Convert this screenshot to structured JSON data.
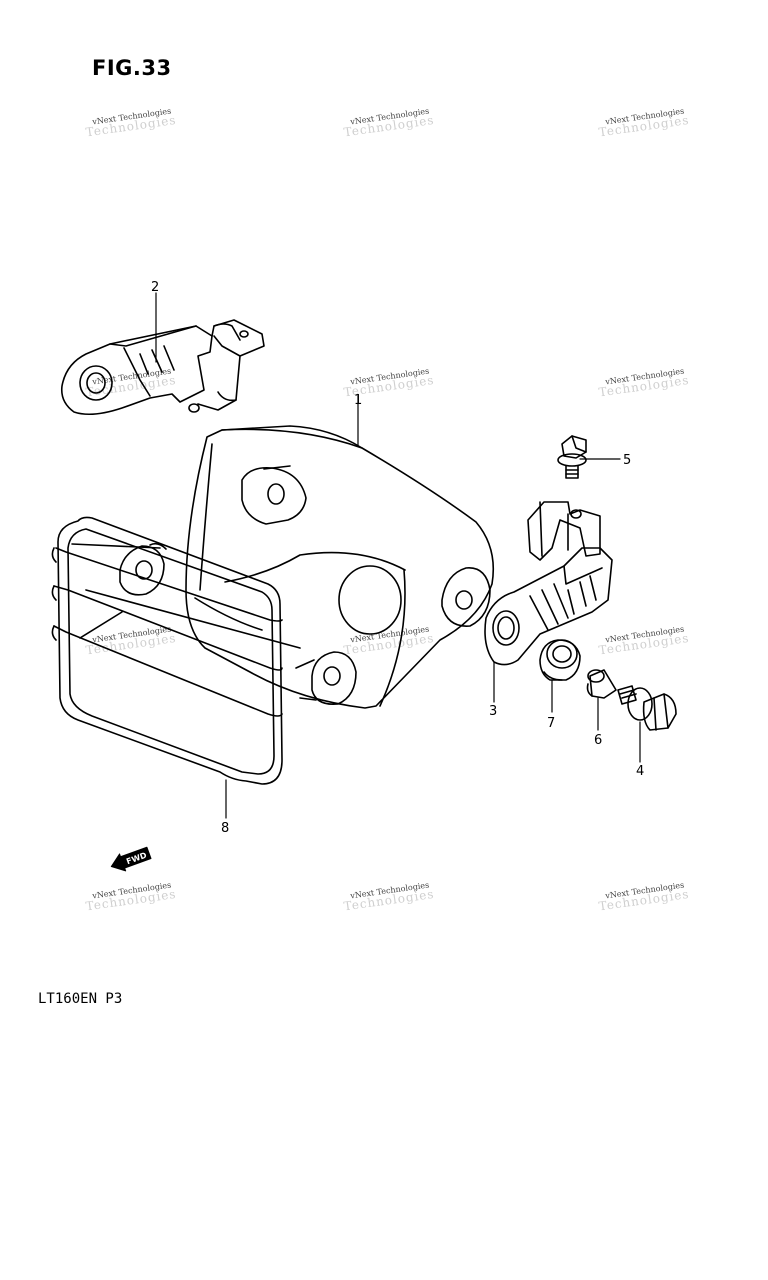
{
  "figure": {
    "title": "FIG.33",
    "model_code": "LT160EN  P3",
    "watermark": "vNext Technologies",
    "watermark_ghost": "Technologies",
    "fwd_badge": "FWD"
  },
  "callouts": [
    {
      "id": "part-1",
      "number": "1",
      "part": "headlight housing"
    },
    {
      "id": "part-2",
      "number": "2",
      "part": "left mounting bracket"
    },
    {
      "id": "part-3",
      "number": "3",
      "part": "right mounting bracket"
    },
    {
      "id": "part-4",
      "number": "4",
      "part": "bolt with washer"
    },
    {
      "id": "part-5",
      "number": "5",
      "part": "flange bolt"
    },
    {
      "id": "part-6",
      "number": "6",
      "part": "spacer collar"
    },
    {
      "id": "part-7",
      "number": "7",
      "part": "rubber grommet"
    },
    {
      "id": "part-8",
      "number": "8",
      "part": "headlight guard"
    }
  ],
  "colors": {
    "ink": "#000000",
    "paper": "#ffffff"
  }
}
